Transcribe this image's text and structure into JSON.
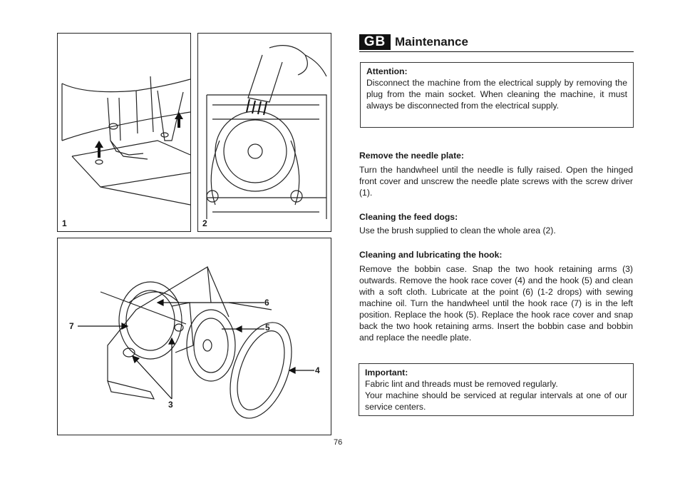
{
  "header": {
    "badge": "GB",
    "title": "Maintenance"
  },
  "attention": {
    "label": "Attention:",
    "text": "Disconnect the machine from the electrical supply by removing the plug from the main socket. When cleaning the machine, it must always be disconnected from the electrical supply."
  },
  "sections": [
    {
      "title": "Remove the needle plate:",
      "text": "Turn the handwheel until the needle is fully raised. Open the hinged front cover and unscrew the needle plate screws with the screw driver (1)."
    },
    {
      "title": "Cleaning the feed dogs:",
      "text": "Use the brush supplied to clean the whole area (2)."
    },
    {
      "title": "Cleaning and lubricating the hook:",
      "text": "Remove the bobbin case. Snap the two hook retaining arms (3) outwards. Remove the hook race cover (4) and the hook (5) and clean with a soft cloth. Lubricate at the point (6) (1-2 drops) with sewing machine oil. Turn the handwheel until the hook race (7) is in the left position. Replace the hook (5). Replace the hook race cover and snap back the two hook retaining arms. Insert the bobbin case and bobbin and replace the needle plate."
    }
  ],
  "important": {
    "label": "Important:",
    "line1": "Fabric lint and threads must be removed regularly.",
    "line2": "Your machine should be serviced at regular intervals at one of our service centers."
  },
  "figures": {
    "fig1_number": "1",
    "fig2_number": "2",
    "fig3_callouts": {
      "c3": "3",
      "c4": "4",
      "c5": "5",
      "c6": "6",
      "c7": "7"
    }
  },
  "page_number": "76"
}
